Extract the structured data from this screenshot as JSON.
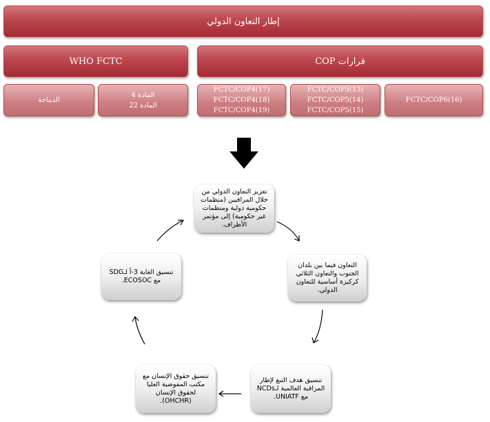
{
  "header": {
    "title": "إطار التعاون الدولي"
  },
  "sections": {
    "who_fctc": "WHO FCTC",
    "cop": "قرارات COP"
  },
  "items": {
    "preamble": "الديباجة",
    "articles": [
      "المادة 4",
      "المادة 22"
    ],
    "cop4": [
      "FCTC/COP4(17)",
      "FCTC/COP4(18)",
      "FCTC/COP4(19)"
    ],
    "cop5": [
      "FCTC/COP5(13)",
      "FCTC/COP5(14)",
      "FCTC/COP5(15)"
    ],
    "cop6": "FCTC/COP6(16)"
  },
  "cycle": {
    "top": "تعزيز التعاون الدولي من خلال المراقبين (منظمات حكومية دولية ومنظمات غير حكومية) إلى مؤتمر الأطراف.",
    "right": "التعاون فيما بين بلدان الجنوب والتعاون الثلاثي كركيزة أساسية للتعاون الدولي.",
    "bottom_right": "تنسيق هدف التبغ لإطار المراقبة العالمية لـNCDs مع UNIATF.",
    "bottom_left": "تنسيق حقوق الإنسان مع مكتب المفوضية العليا لحقوق الإنسان (OHCHR).",
    "left": "تنسيق الغاية 3-أ لـSDG مع ECOSOC."
  }
}
